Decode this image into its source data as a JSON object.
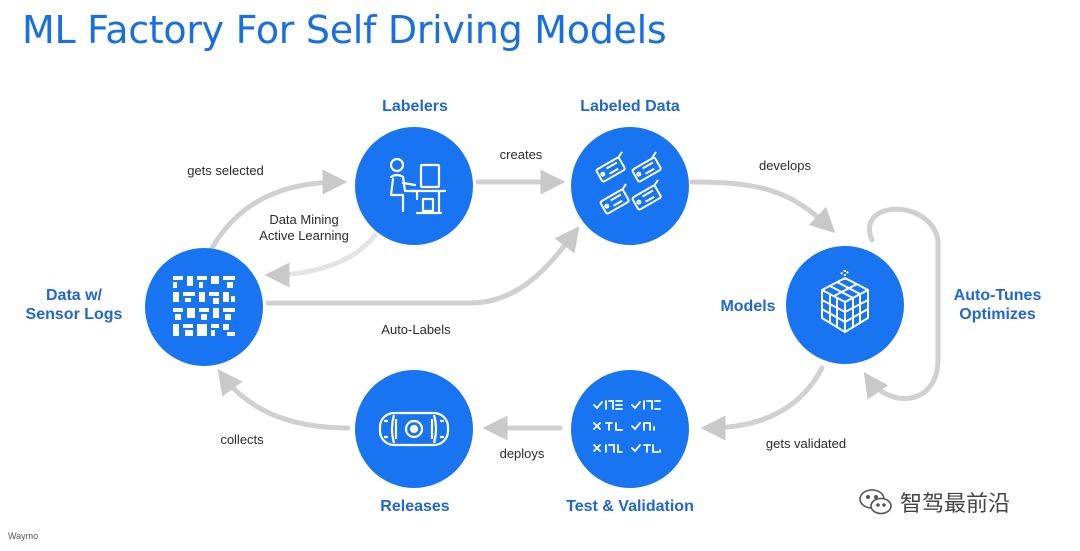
{
  "title": "ML Factory For Self Driving Models",
  "nodes": {
    "labelers": "Labelers",
    "labeled_data": "Labeled Data",
    "data_sensor": "Data w/\nSensor Logs",
    "models": "Models",
    "auto_tunes": "Auto-Tunes\nOptimizes",
    "releases": "Releases",
    "test_validation": "Test & Validation"
  },
  "edges": {
    "gets_selected": "gets selected",
    "creates": "creates",
    "develops": "develops",
    "data_mining": "Data Mining\nActive Learning",
    "auto_labels": "Auto-Labels",
    "collects": "collects",
    "deploys": "deploys",
    "gets_validated": "gets validated"
  },
  "footer": "Waymo",
  "watermark": "智驾最前沿",
  "colors": {
    "accent": "#1874f0",
    "label": "#1f66d6",
    "arrow": "#c9c9c9"
  },
  "icons": {
    "labelers": "person-at-desk-icon",
    "labeled_data": "tags-icon",
    "data_sensor": "qr-grid-icon",
    "models": "cube-grid-icon",
    "releases": "car-top-view-icon",
    "test_validation": "checklist-icon",
    "watermark": "wechat-icon"
  }
}
